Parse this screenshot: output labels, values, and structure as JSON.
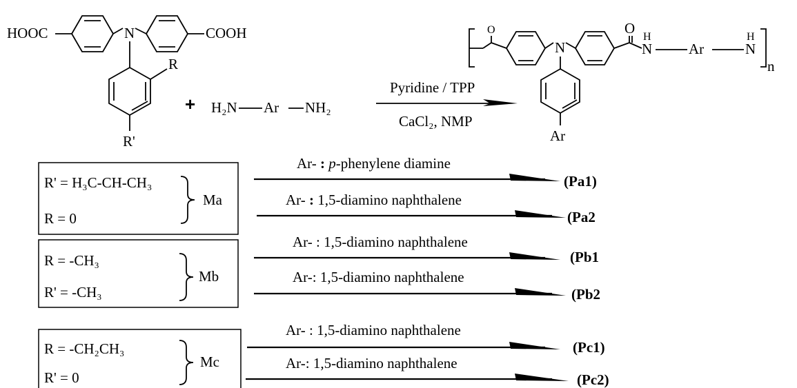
{
  "monomer": {
    "hooc": "HOOC",
    "n": "N",
    "cooh": "COOH",
    "r": "R",
    "r_prime": "R'"
  },
  "plus": "+",
  "diamine": {
    "h2n": "H₂N",
    "ar": "Ar",
    "nh2": "NH₂"
  },
  "conditions": {
    "top": "Pyridine / TPP",
    "bottom": "CaCl₂, NMP"
  },
  "polymer": {
    "o1": "O",
    "o2": "O",
    "n": "N",
    "h1": "H",
    "nh1": "N",
    "ar": "Ar",
    "h2": "H",
    "nh2": "N",
    "n_sub": "n",
    "ar_pendant": "Ar"
  },
  "groups": [
    {
      "id": "Ma",
      "lines": [
        "R' = H₃C-CH-CH₃",
        "R = 0"
      ],
      "reactions": [
        {
          "label_prefix": "Ar- ",
          "label_colon": ":",
          "label_italic": "p",
          "label_rest": "-phenylene diamine",
          "product": "(Pa1)"
        },
        {
          "label_prefix": "Ar- ",
          "label_colon": ":",
          "label_italic": "",
          "label_rest": " 1,5-diamino naphthalene",
          "product": "(Pa2"
        }
      ]
    },
    {
      "id": "Mb",
      "lines": [
        "R = -CH₃",
        "R' = -CH₃"
      ],
      "reactions": [
        {
          "label_prefix": "Ar- : 1,5-diamino naphthalene",
          "label_colon": "",
          "label_italic": "",
          "label_rest": "",
          "product": "(Pb1"
        },
        {
          "label_prefix": "Ar-: 1,5-diamino naphthalene",
          "label_colon": "",
          "label_italic": "",
          "label_rest": "",
          "product": "(Pb2"
        }
      ]
    },
    {
      "id": "Mc",
      "lines": [
        "R = -CH₂CH₃",
        "R' = 0"
      ],
      "reactions": [
        {
          "label_prefix": "Ar- : 1,5-diamino naphthalene",
          "label_colon": "",
          "label_italic": "",
          "label_rest": "",
          "product": "(Pc1)"
        },
        {
          "label_prefix": "Ar-: 1,5-diamino naphthalene",
          "label_colon": "",
          "label_italic": "",
          "label_rest": "",
          "product": "(Pc2)"
        }
      ]
    }
  ]
}
